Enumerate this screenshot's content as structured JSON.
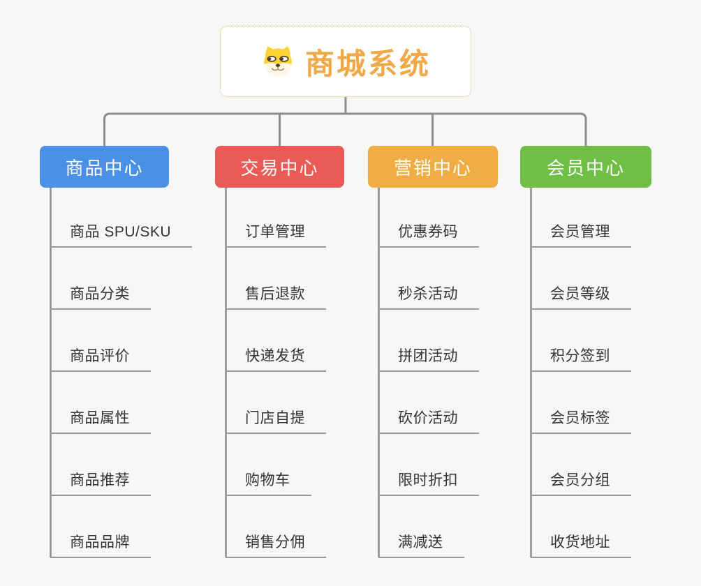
{
  "root": {
    "label": "商城系统",
    "icon": "doge-icon",
    "text_color": "#F0A946",
    "border_color": "#F2AE4C"
  },
  "branches": [
    {
      "label": "商品中心",
      "color": "#4A8FE8",
      "children": [
        "商品 SPU/SKU",
        "商品分类",
        "商品评价",
        "商品属性",
        "商品推荐",
        "商品品牌"
      ]
    },
    {
      "label": "交易中心",
      "color": "#EA5B55",
      "children": [
        "订单管理",
        "售后退款",
        "快递发货",
        "门店自提",
        "购物车",
        "销售分佣"
      ]
    },
    {
      "label": "营销中心",
      "color": "#EFAD43",
      "children": [
        "优惠券码",
        "秒杀活动",
        "拼团活动",
        "砍价活动",
        "限时折扣",
        "满减送"
      ]
    },
    {
      "label": "会员中心",
      "color": "#6FBE45",
      "children": [
        "会员管理",
        "会员等级",
        "积分签到",
        "会员标签",
        "会员分组",
        "收货地址"
      ]
    }
  ],
  "connector_color": "#8C8C8C",
  "leaf_underline_color": "#9B9B9B",
  "background_color": "#F7F7F7"
}
